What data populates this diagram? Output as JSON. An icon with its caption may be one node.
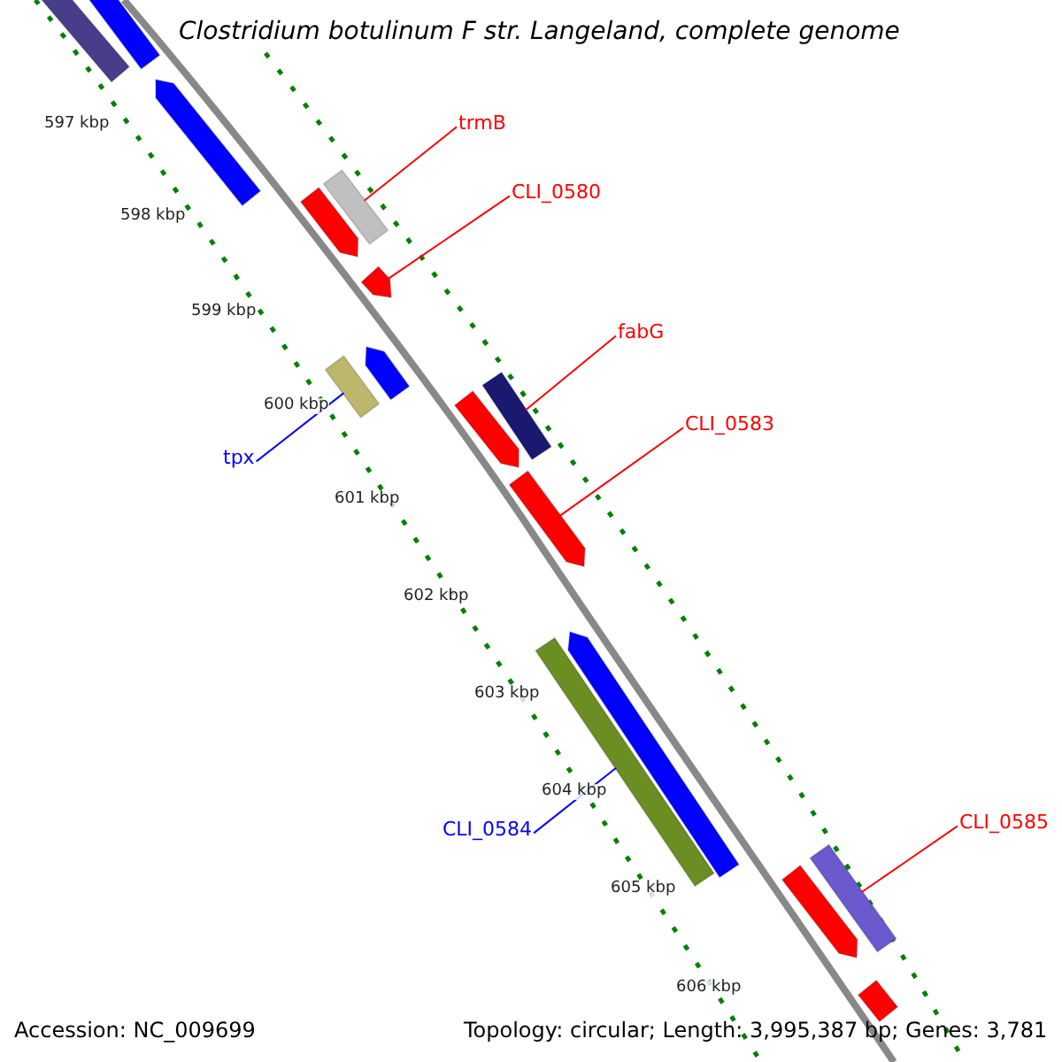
{
  "diagram": {
    "title": "Clostridium botulinum F str. Langeland, complete genome",
    "nodes": [
      {
        "text": [],
        "shape": "bar"
      },
      {
        "text": [],
        "shape": "bar"
      },
      {
        "text": [],
        "shape": "bar"
      },
      {
        "text": [
          "trmB"
        ]
      },
      {
        "text": [],
        "shape": "bar"
      },
      {
        "text": [
          "CLI_0580"
        ]
      },
      {
        "text": [],
        "shape": "bar"
      },
      {
        "text": [],
        "shape": "bar"
      },
      {
        "text": [
          "fabG"
        ]
      },
      {
        "text": [],
        "shape": "bar"
      },
      {
        "text": [],
        "shape": "bar"
      },
      {
        "text": [],
        "shape": "bar"
      },
      {
        "text": [],
        "shape": "bar"
      },
      {
        "text": [
          "CLI_0583"
        ]
      },
      {
        "text": [
          "tpx"
        ]
      },
      {
        "text": [],
        "shape": "bar"
      },
      {
        "text": [],
        "shape": "bar"
      },
      {
        "text": [],
        "shape": "bar"
      },
      {
        "text": [
          "CLI_0585"
        ]
      },
      {
        "text": [
          "CLI_0584"
        ]
      },
      {
        "text": [],
        "shape": "bar"
      },
      {
        "text": [],
        "shape": "bar"
      },
      {
        "text": [],
        "shape": "bar"
      }
    ],
    "edges": [
      {
        "from": 3,
        "to": 4,
        "arrow": "none"
      },
      {
        "from": 5,
        "to": 7,
        "arrow": "none"
      },
      {
        "from": 8,
        "to": 11,
        "arrow": "none"
      },
      {
        "from": 13,
        "to": 15,
        "arrow": "none"
      },
      {
        "from": 14,
        "to": 10,
        "arrow": "none",
        "color": "#0000ff"
      },
      {
        "from": 19,
        "to": 17,
        "arrow": "none",
        "color": "#0000ff"
      },
      {
        "from": 18,
        "to": 20,
        "arrow": "none"
      }
    ],
    "labels": [
      "597 kbp",
      "598 kbp",
      "599 kbp",
      "600 kbp",
      "601 kbp",
      "602 kbp",
      "603 kbp",
      "604 kbp",
      "605 kbp",
      "606 kbp",
      "Accession: NC_009699",
      "Topology: circular; Length: 3,995,387 bp; Genes: 3,781"
    ]
  }
}
